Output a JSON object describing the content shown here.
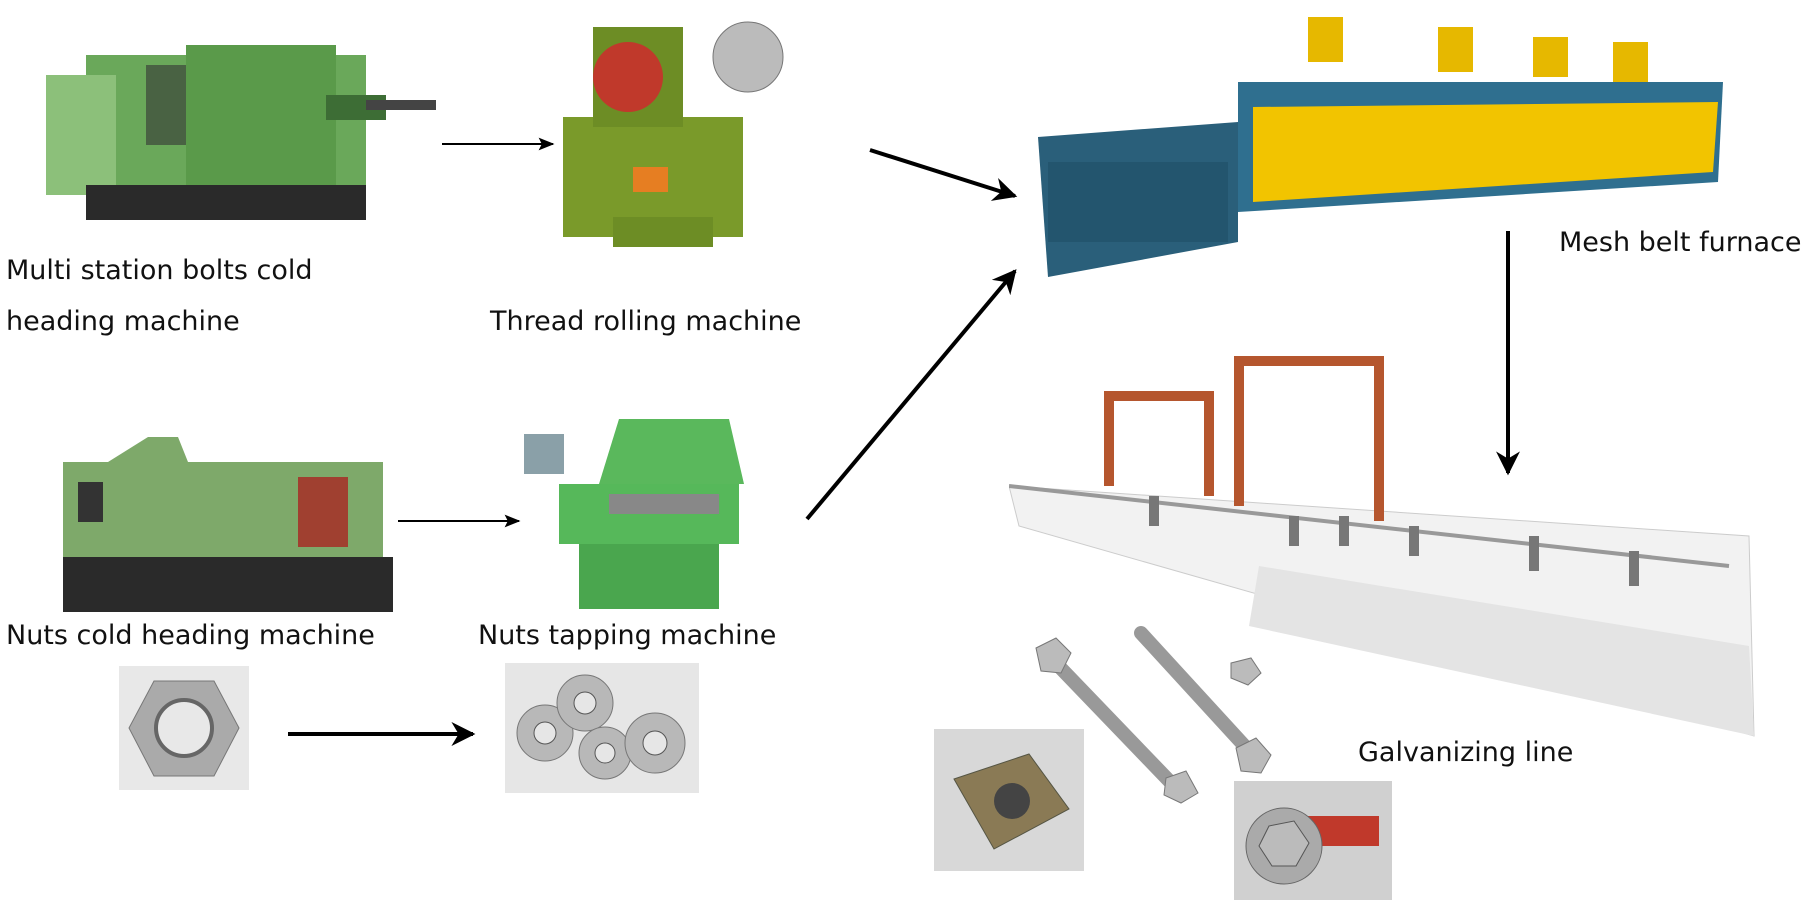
{
  "labels": {
    "bolt_machine_line1": "Multi station bolts cold",
    "bolt_machine_line2": "heading machine",
    "thread_rolling": "Thread rolling machine",
    "mesh_belt": "Mesh belt furnace",
    "nuts_cold_heading": "Nuts cold heading machine",
    "nuts_tapping": "Nuts tapping machine",
    "galvanizing": "Galvanizing line"
  },
  "colors": {
    "machine_green": "#5a9a4a",
    "thread_green": "#7a9a2a",
    "furnace_blue": "#2f6f8f",
    "furnace_yellow": "#f2c400",
    "frame_red": "#b5562e",
    "arrow": "#000000"
  }
}
